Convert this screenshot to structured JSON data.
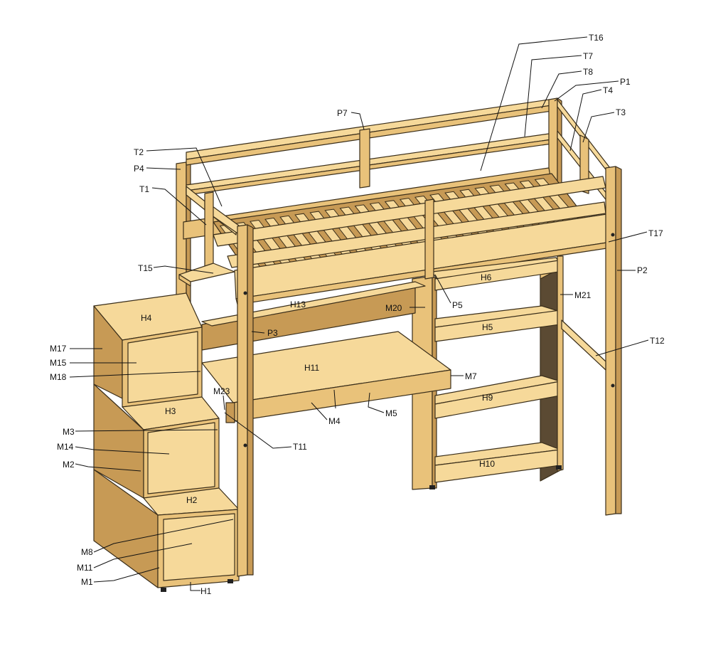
{
  "colors": {
    "wood_light": "#f6d99a",
    "wood_mid": "#e9c27a",
    "wood_dark": "#c79a55",
    "wood_deep": "#5b4a33",
    "outline": "#3a2e1a",
    "label": "#111111"
  },
  "labels": {
    "T16": "T16",
    "T7": "T7",
    "T8": "T8",
    "P1": "P1",
    "T4": "T4",
    "T3": "T3",
    "P7": "P7",
    "T2": "T2",
    "P4": "P4",
    "T1": "T1",
    "T17": "T17",
    "T15": "T15",
    "P2": "P2",
    "H6": "H6",
    "M21": "M21",
    "H4": "H4",
    "H13": "H13",
    "M20": "M20",
    "P5": "P5",
    "P3": "P3",
    "H5": "H5",
    "M17": "M17",
    "T12": "T12",
    "M15": "M15",
    "H11": "H11",
    "M18": "M18",
    "M7": "M7",
    "M23": "M23",
    "H3": "H3",
    "H9": "H9",
    "M4": "M4",
    "M5": "M5",
    "M3": "M3",
    "T11": "T11",
    "M14": "M14",
    "M2": "M2",
    "H10": "H10",
    "H2": "H2",
    "M8": "M8",
    "M11": "M11",
    "M1": "M1",
    "H1": "H1"
  }
}
